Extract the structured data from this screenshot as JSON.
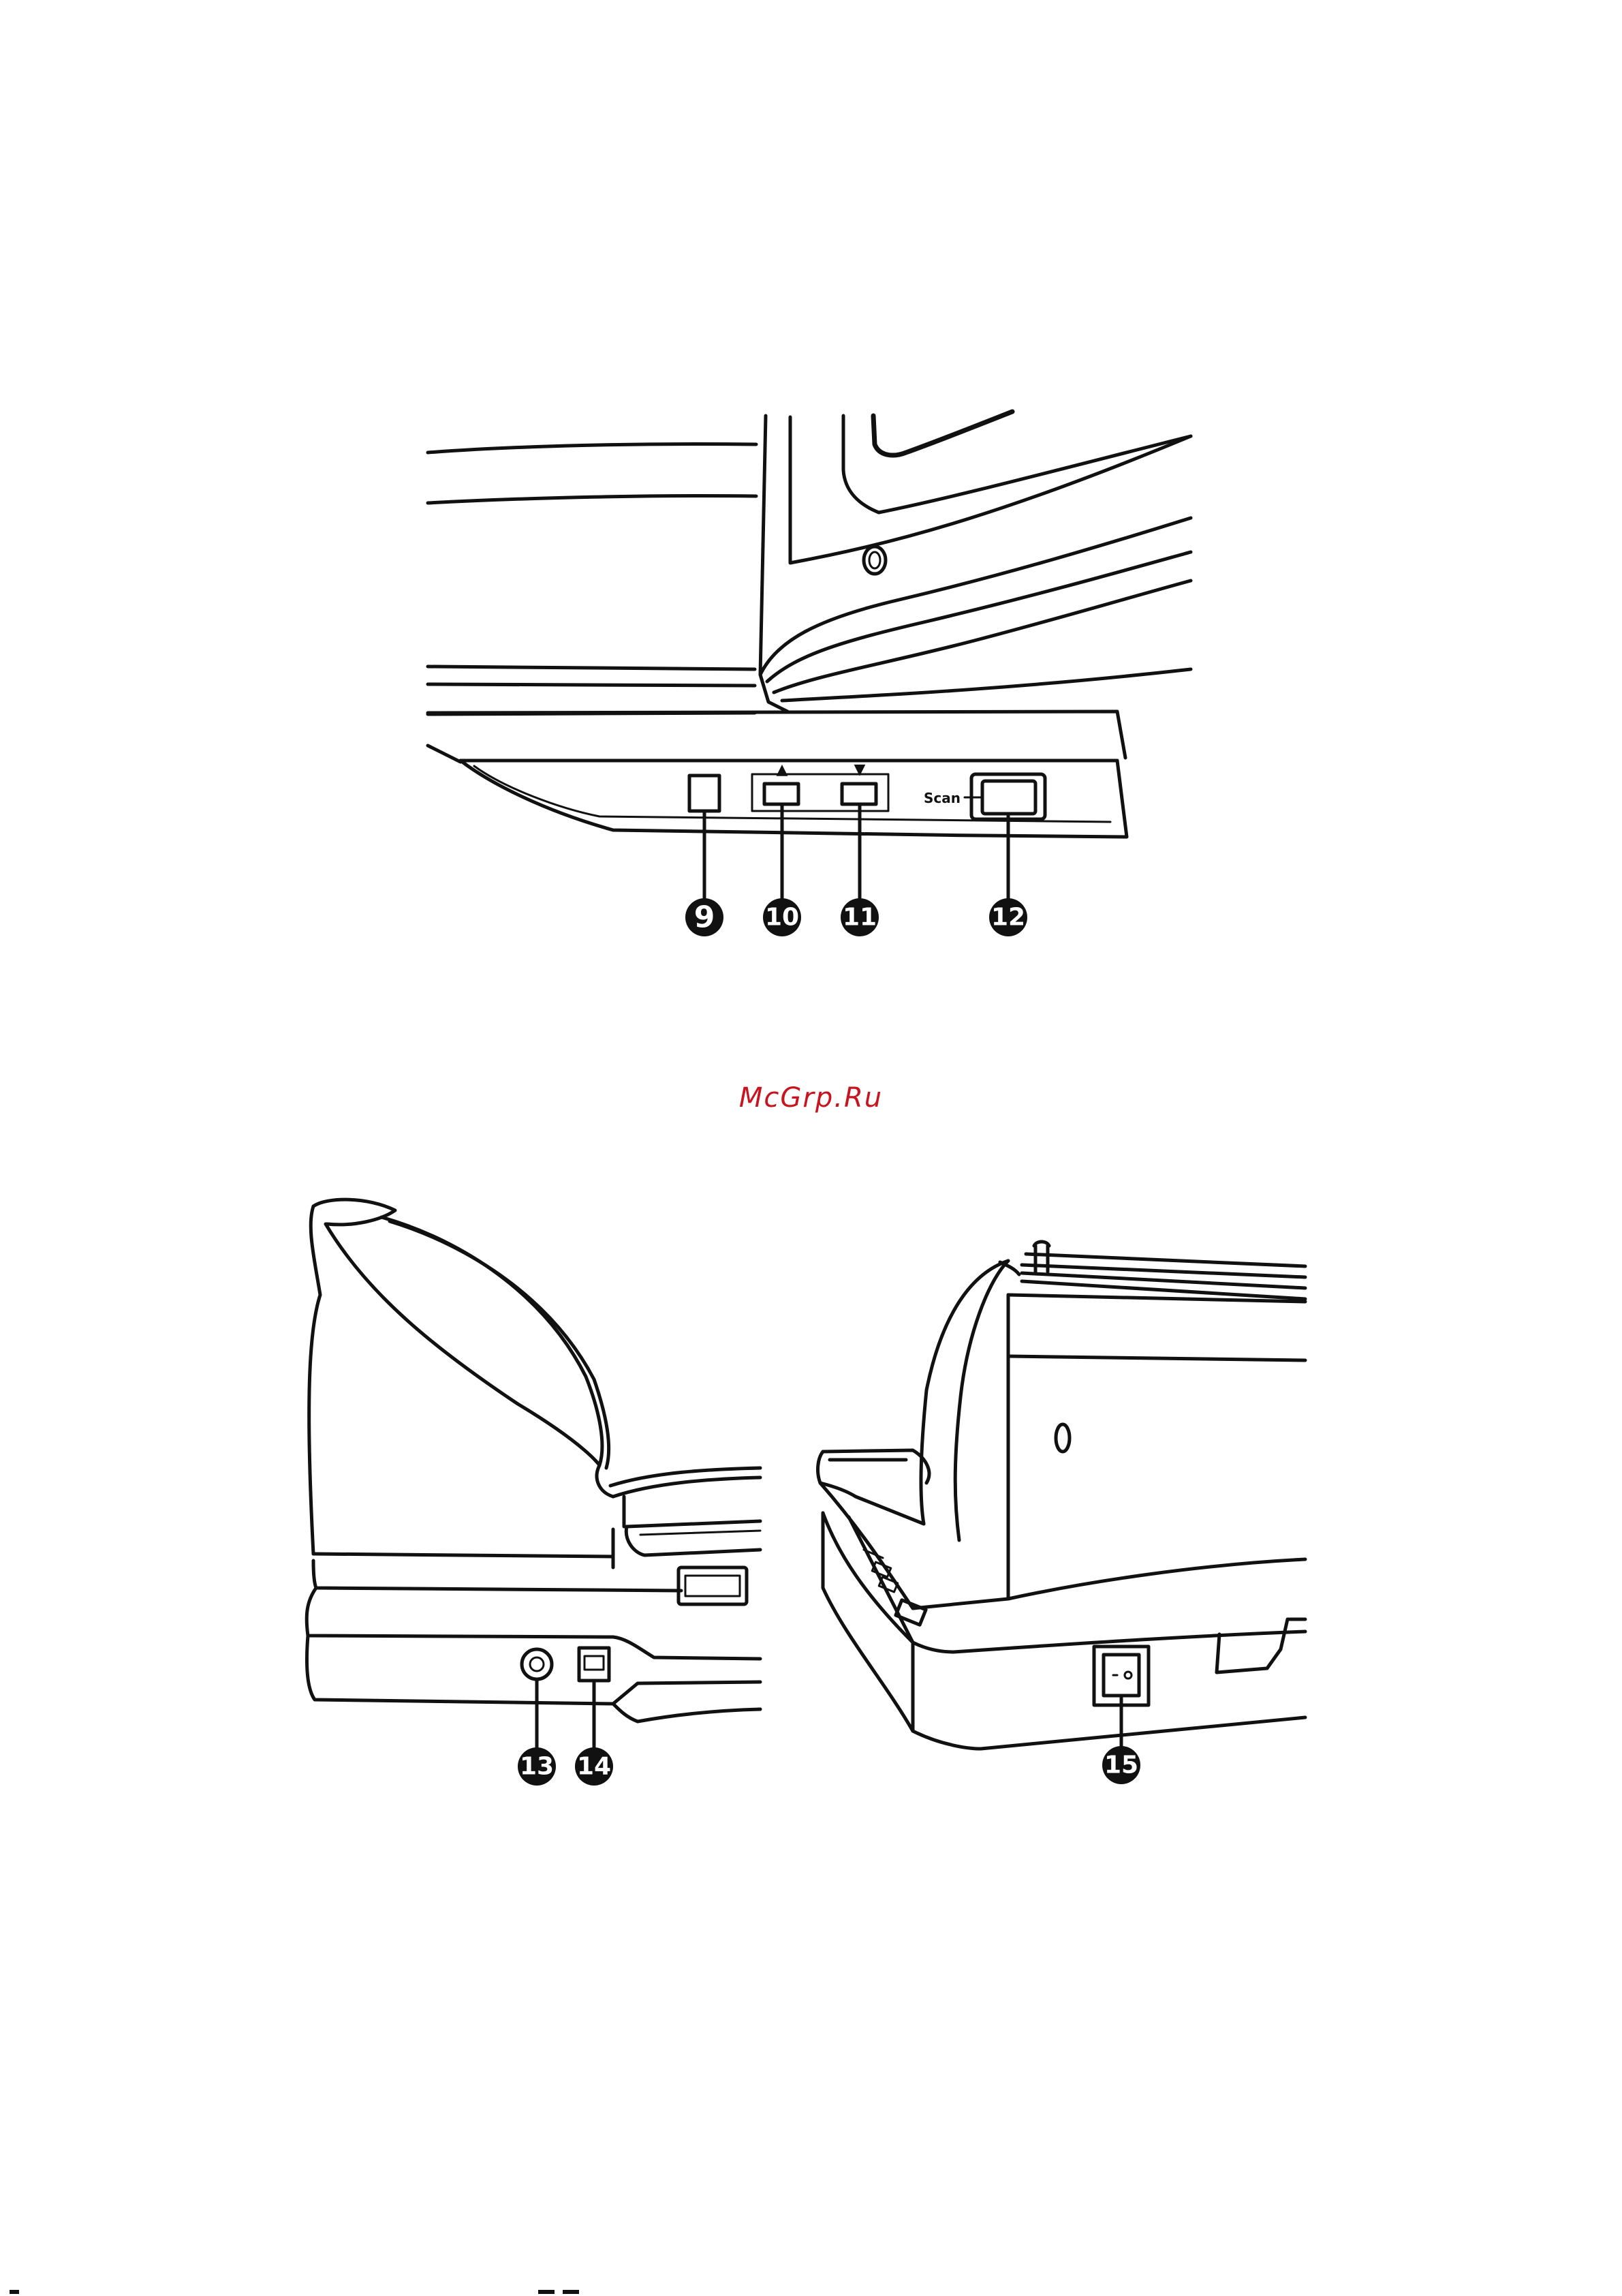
{
  "watermark": {
    "text": "McGrp.Ru",
    "color": "#c8141e"
  },
  "top_view": {
    "scan_label": "Scan",
    "up_arrow": "▲",
    "down_arrow": "▼",
    "callouts": [
      {
        "number": "9",
        "part": "indicator-window"
      },
      {
        "number": "10",
        "part": "up-button"
      },
      {
        "number": "11",
        "part": "down-button"
      },
      {
        "number": "12",
        "part": "scan-button"
      }
    ]
  },
  "rear_left_view": {
    "callouts": [
      {
        "number": "13",
        "part": "power-jack"
      },
      {
        "number": "14",
        "part": "usb-port"
      }
    ]
  },
  "rear_right_view": {
    "callouts": [
      {
        "number": "15",
        "part": "power-switch"
      }
    ]
  },
  "icons": {
    "up": "triangle-up-icon",
    "down": "triangle-down-icon"
  }
}
